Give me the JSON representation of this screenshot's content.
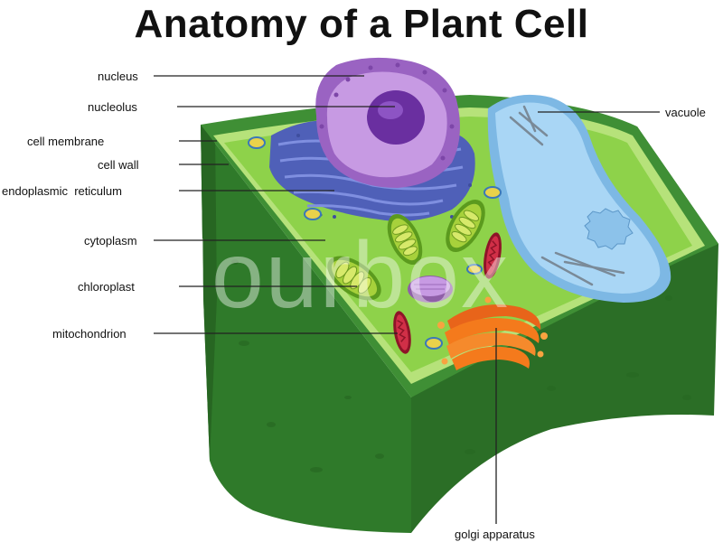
{
  "title": "Anatomy of a Plant Cell",
  "watermark": "colourbox",
  "labels": {
    "nucleus": "nucleus",
    "nucleolus": "nucleolus",
    "cell_membrane": "cell membrane",
    "cell_wall": "cell wall",
    "endoplasmic_reticulum": "endoplasmic  reticulum",
    "cytoplasm": "cytoplasm",
    "chloroplast": "chloroplast",
    "mitochondrion": "mitochondrion",
    "vacuole": "vacuole",
    "golgi_apparatus": "golgi apparatus"
  },
  "colors": {
    "cell_wall": "#2f7a2a",
    "cytoplasm": "#8ed24a",
    "nucleus": "#b07cd2",
    "nucleolus": "#6a2fa0",
    "er": "#5d6fc4",
    "vacuole": "#a9d6f5",
    "chloroplast": "#a7d13b",
    "mitochondrion": "#c2203a",
    "golgi": "#f47a1c"
  }
}
